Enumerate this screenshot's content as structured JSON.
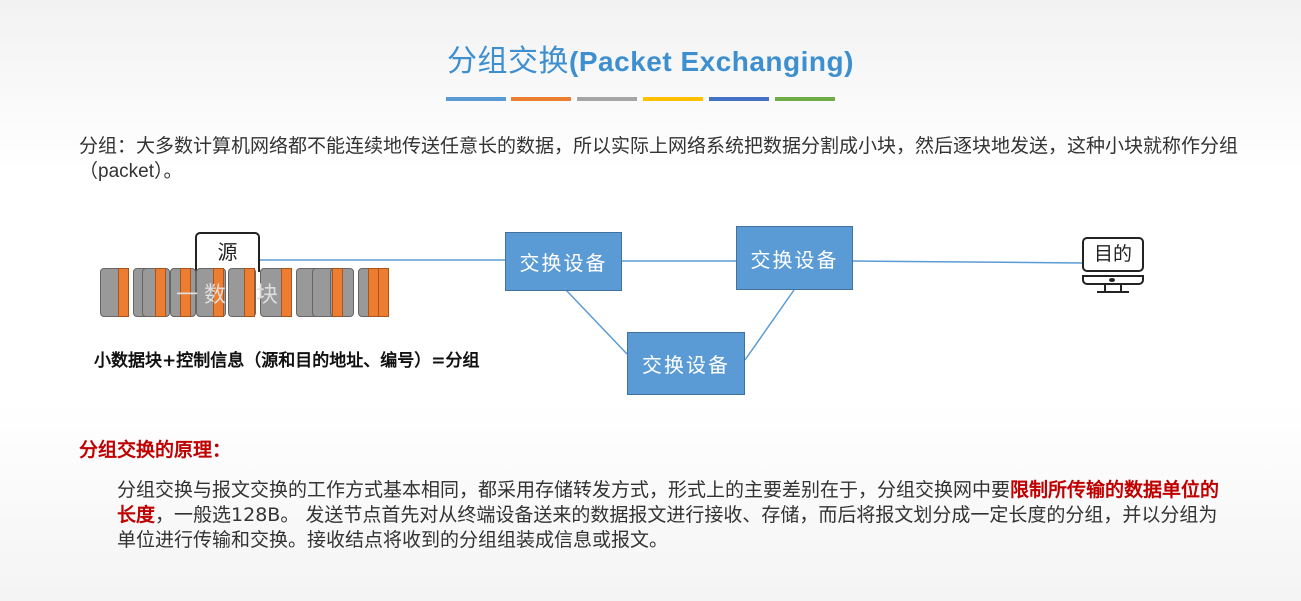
{
  "title": {
    "cn": "分组交换",
    "en": "(Packet Exchanging)"
  },
  "theme_colors": [
    "#5b9bd5",
    "#ed7d31",
    "#a5a5a5",
    "#ffc000",
    "#4472c4",
    "#70ad47"
  ],
  "intro": {
    "part1": "分组：大多数计算机网络都不能连续地传送任意长的数据，所以实际上网络系统把数据分割成小块，然后逐块地发送，这种小块就称作分组（",
    "packet_word": "packet",
    "part2": "）。"
  },
  "diagram": {
    "source_label": "源",
    "destination_label": "目的",
    "switch_label": "交换设备",
    "ghost_text": [
      "一",
      "数",
      "块"
    ],
    "caption": "小数据块+控制信息（源和目的地址、编号）=分组"
  },
  "principle": {
    "heading": "分组交换的原理：",
    "part1": "分组交换与报文交换的工作方式基本相同，都采用存储转发方式，形式上的主要差别在于，分组交换网中要",
    "emphasis": "限制所传输的数据单位的长度",
    "part2": "，一般选128B。 发送节点首先对从终端设备送来的数据报文进行接收、存储，而后将报文划分成一定长度的分组，并以分组为单位进行传输和交换。接收结点将收到的分组组装成信息或报文。"
  }
}
